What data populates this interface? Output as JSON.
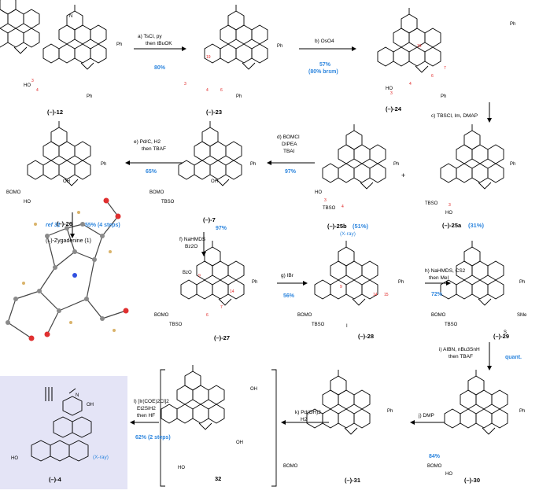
{
  "compounds": {
    "c12": "(–)-12",
    "c23": "(–)-23",
    "c24": "(–)-24",
    "c25b": "(–)-25b",
    "c25b_yield": "(51%)",
    "c25b_note": "(X-ray)",
    "c25a": "(–)-25a",
    "c25a_yield": "(31%)",
    "c26": "(–)-26",
    "c7": "(–)-7",
    "c27": "(–)-27",
    "c28": "(–)-28",
    "c29": "(–)-29",
    "c30": "(–)-30",
    "c31": "(–)-31",
    "c32": "32",
    "c4": "(–)-4",
    "c4_note": "(X-ray)",
    "zygadenine": "(–)-Zygadenine (1)"
  },
  "steps": {
    "a": {
      "line1": "a) TsCl, py",
      "line2": "then tBuOK",
      "yield": "80%"
    },
    "b": {
      "line1": "b) OsO4",
      "yield": "57%",
      "yield2": "(80% brsm)"
    },
    "c": {
      "line1": "c) TBSCl, Im, DMAP"
    },
    "d": {
      "line1": "d) BOMCl",
      "line2": "DIPEA",
      "line3": "TBAI",
      "yield": "97%"
    },
    "e": {
      "line1": "e) Pd/C, H2",
      "line2": "then TBAF",
      "yield": "65%"
    },
    "f": {
      "line1": "f) NaHMDS",
      "line2": "Bz2O",
      "yield": "97%"
    },
    "g": {
      "line1": "g) IBr",
      "yield": "56%"
    },
    "h": {
      "line1": "h) NaHMDS, CS2",
      "line2": "then MeI",
      "yield": "72%"
    },
    "i": {
      "line1": "i) AIBN, nBu3SnH",
      "line2": "then TBAF",
      "yield": "quant."
    },
    "j": {
      "line1": "j) DMP",
      "yield": "84%"
    },
    "k": {
      "line1": "k) Pd(OH)2",
      "line2": "H2"
    },
    "l": {
      "line1": "l) [Ir(COE)2Cl]2",
      "line2": "Et2SiH2",
      "line3": "then HF",
      "yield": "62% (2 steps)"
    },
    "ref": {
      "text": "ref 31",
      "yield": "55% (4 steps)"
    }
  },
  "atom_labels": {
    "ho": "HO",
    "h": "H",
    "n": "N",
    "o": "O",
    "oh": "OH",
    "ph": "Ph",
    "bomo": "BOMO",
    "tbso": "TBSO",
    "bzo": "BzO",
    "i": "I",
    "sme": "SMe",
    "s": "S",
    "plus": "+"
  },
  "colors": {
    "accent": "#2e86de",
    "numbering": "#e02020",
    "panel": "#e4e4f6"
  }
}
